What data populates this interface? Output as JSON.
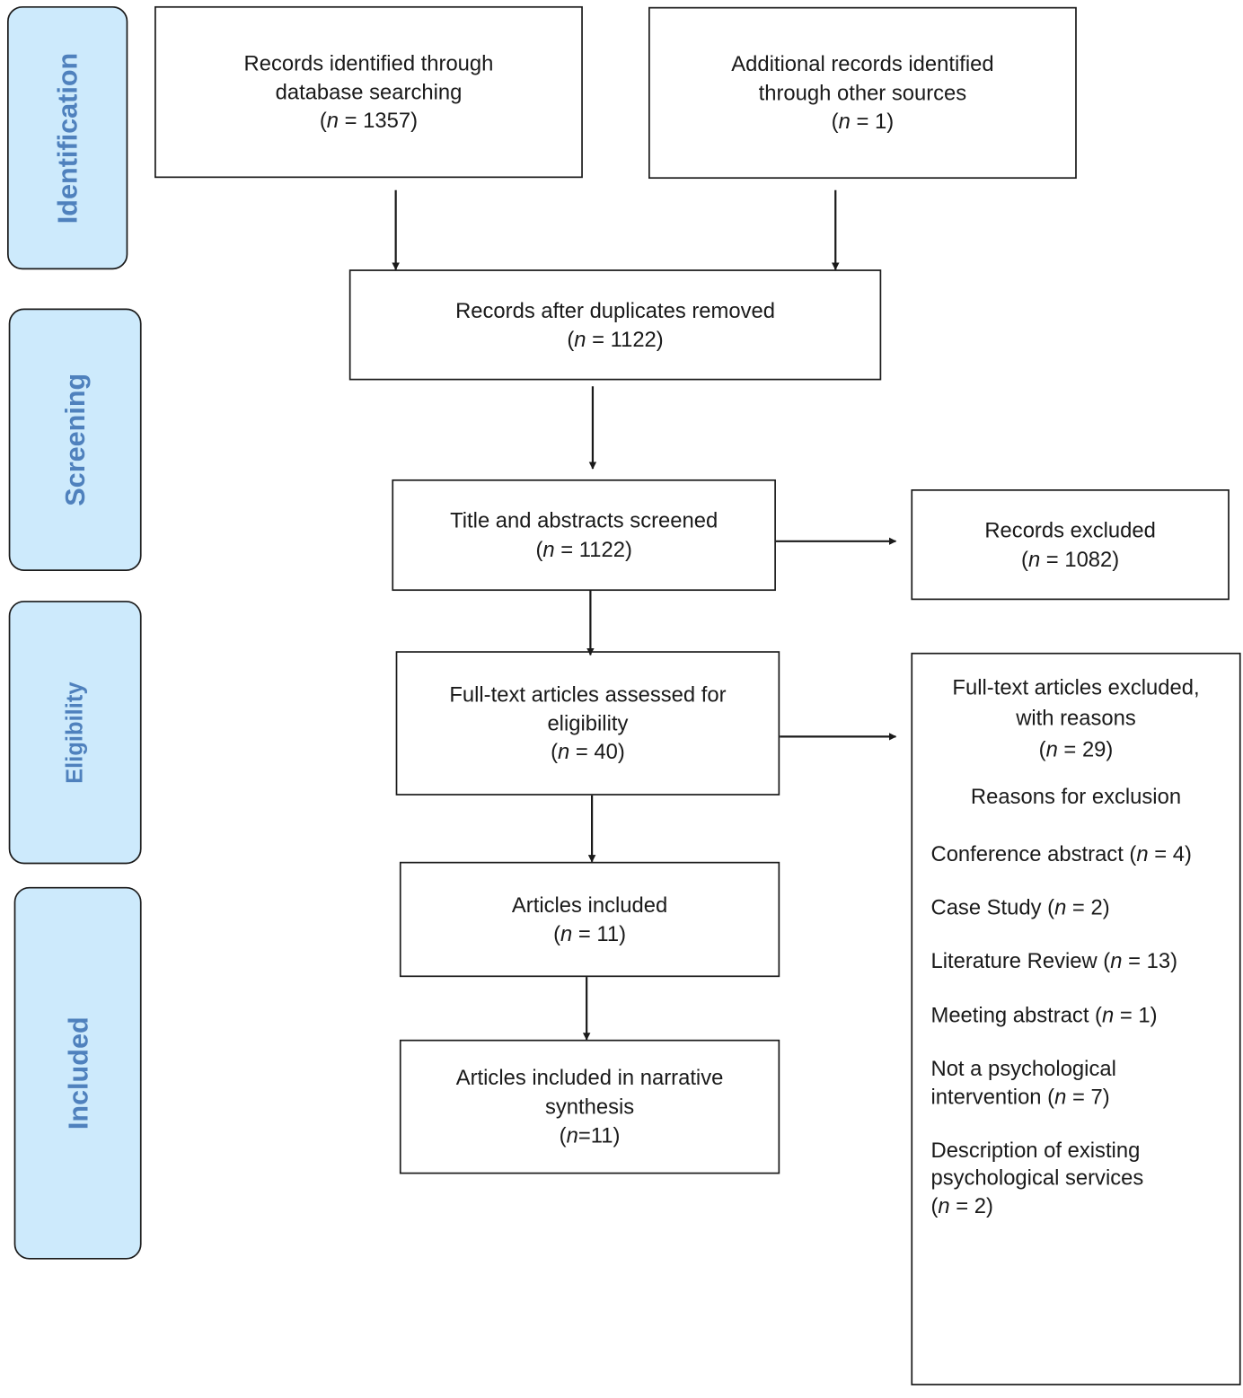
{
  "phases": {
    "identification": "Identification",
    "screening": "Screening",
    "eligibility": "Eligibility",
    "included": "Included"
  },
  "boxes": {
    "database_search": {
      "lines": [
        "Records identified through",
        "database searching"
      ],
      "n_var": "n",
      "n_value": "1357"
    },
    "other_sources": {
      "lines": [
        "Additional records identified",
        "through other sources"
      ],
      "n_var": "n",
      "n_value": "1"
    },
    "duplicates_removed": {
      "lines": [
        "Records after duplicates removed"
      ],
      "n_var": "n",
      "n_value": "1122"
    },
    "screened": {
      "lines": [
        "Title and abstracts screened"
      ],
      "n_var": "n",
      "n_value": "1122"
    },
    "records_excluded": {
      "lines": [
        "Records excluded"
      ],
      "n_var": "n",
      "n_value": "1082"
    },
    "full_text_assessed": {
      "lines": [
        "Full-text articles assessed for",
        "eligibility"
      ],
      "n_var": "n",
      "n_value": "40"
    },
    "articles_included": {
      "lines": [
        "Articles included"
      ],
      "n_var": "n",
      "n_value": "11"
    },
    "narrative_synthesis": {
      "lines": [
        "Articles included in narrative",
        "synthesis"
      ],
      "n_var": "n",
      "n_value": "11"
    }
  },
  "full_text_excluded": {
    "lines": [
      "Full-text articles excluded,",
      "with reasons"
    ],
    "n_var": "n",
    "n_value": "29",
    "reasons_title": "Reasons for exclusion",
    "reasons": [
      {
        "lines": [
          "Conference abstract"
        ],
        "n_var": "n",
        "n_value": "4"
      },
      {
        "lines": [
          "Case Study"
        ],
        "n_var": "n",
        "n_value": "2"
      },
      {
        "lines": [
          "Literature Review"
        ],
        "n_var": "n",
        "n_value": "13"
      },
      {
        "lines": [
          "Meeting abstract"
        ],
        "n_var": "n",
        "n_value": "1"
      },
      {
        "lines": [
          "Not a psychological",
          "intervention"
        ],
        "n_var": "n",
        "n_value": "7"
      },
      {
        "lines": [
          "Description of existing",
          "psychological services"
        ],
        "n_var": "n",
        "n_value": "2",
        "n_own_line": true
      }
    ]
  }
}
